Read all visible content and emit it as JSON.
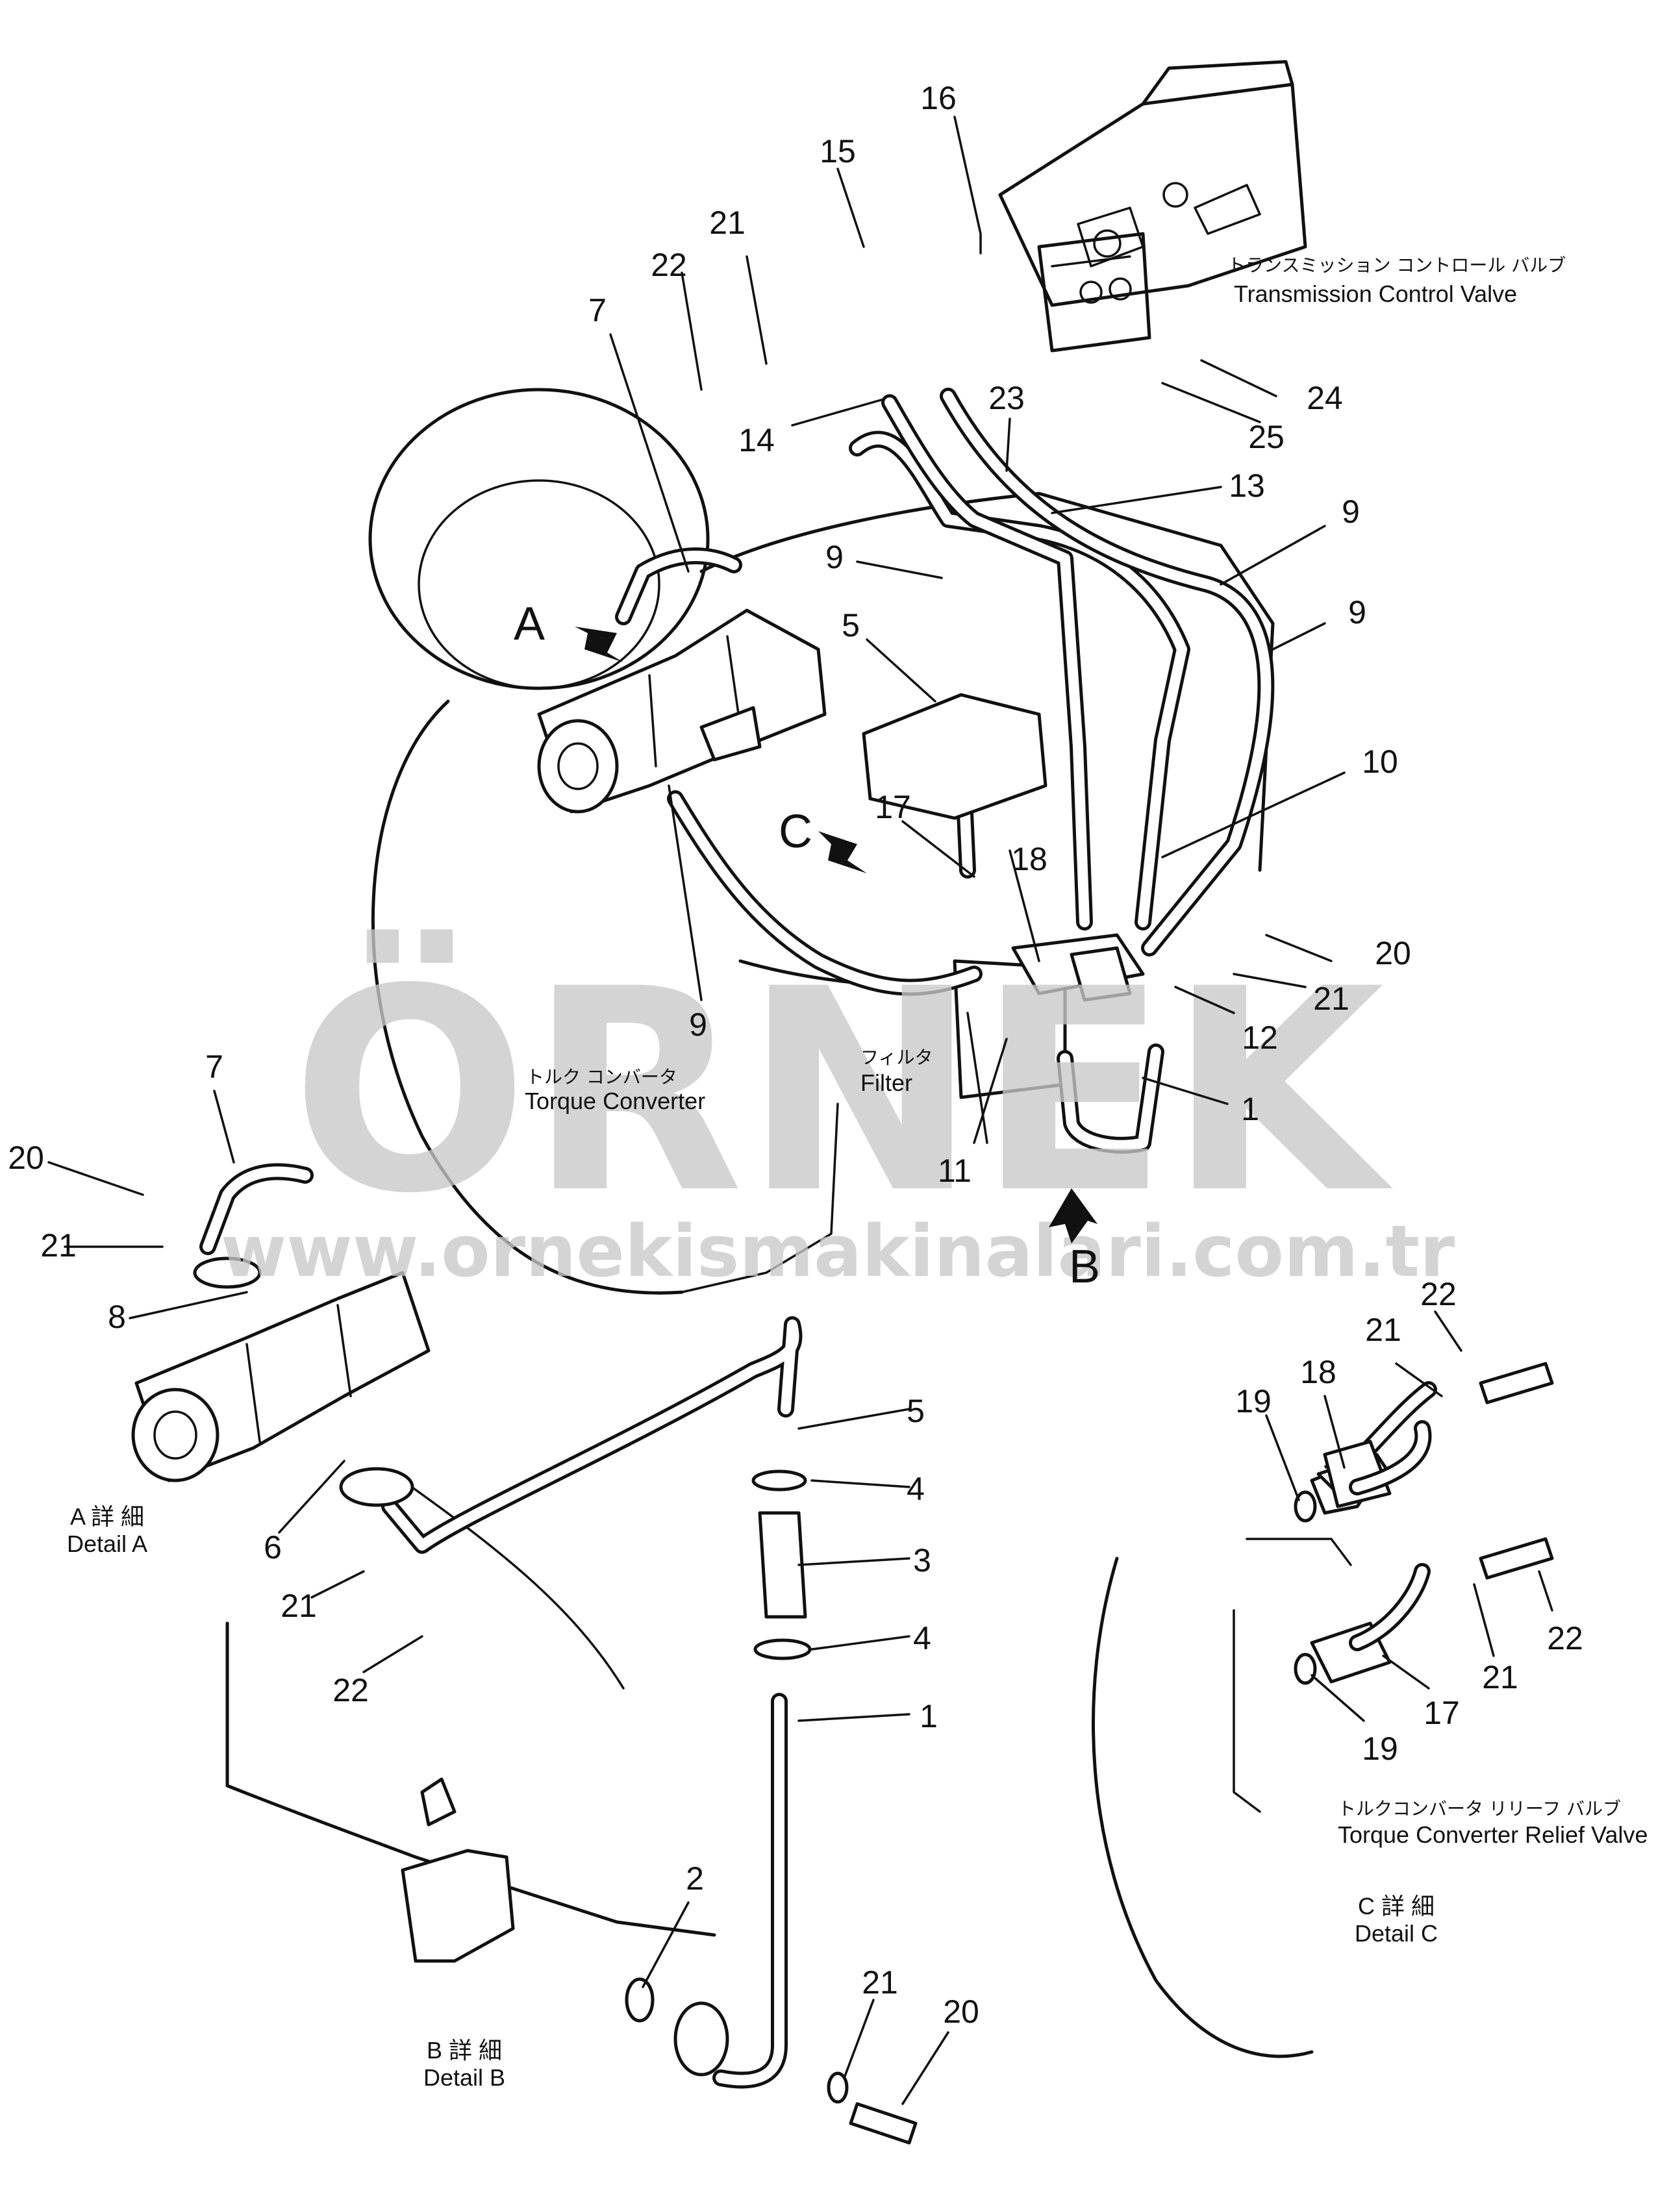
{
  "captions": {
    "transmission_valve_jp": "トランスミッション コントロール バルブ",
    "transmission_valve_en": "Transmission Control Valve",
    "torque_converter_jp": "トルク コンバータ",
    "torque_converter_en": "Torque Converter",
    "filter_jp": "フィルタ",
    "filter_en": "Filter",
    "relief_valve_jp": "トルクコンバータ リリーフ バルブ",
    "relief_valve_en": "Torque Converter Relief Valve"
  },
  "details": {
    "a_jp": "A 詳 細",
    "a_en": "Detail A",
    "b_jp": "B 詳 細",
    "b_en": "Detail B",
    "c_jp": "C 詳 細",
    "c_en": "Detail C"
  },
  "view_markers": {
    "a": "A",
    "b": "B",
    "c": "C"
  },
  "watermark": {
    "brand": "ÖRNEK",
    "url": "www.ornekismakinalari.com.tr"
  },
  "callouts": {
    "m16": "16",
    "m15": "15",
    "m21a": "21",
    "m22a": "22",
    "m7a": "7",
    "m14": "14",
    "m23": "23",
    "m24": "24",
    "m25": "25",
    "m13": "13",
    "m9a": "9",
    "m9b": "9",
    "m9c": "9",
    "m9d": "9",
    "m5a": "5",
    "m10": "10",
    "m17a": "17",
    "m18a": "18",
    "m20a": "20",
    "m21b": "21",
    "m12": "12",
    "m1a": "1",
    "m11": "11",
    "a7": "7",
    "a20": "20",
    "a21": "21",
    "a8": "8",
    "b5": "5",
    "b4a": "4",
    "b3": "3",
    "b4b": "4",
    "b1": "1",
    "b6": "6",
    "b21a": "21",
    "b22": "22",
    "b2": "2",
    "b21b": "21",
    "b20": "20",
    "c22a": "22",
    "c21a": "21",
    "c18": "18",
    "c19a": "19",
    "c22b": "22",
    "c21b": "21",
    "c17": "17",
    "c19b": "19"
  }
}
